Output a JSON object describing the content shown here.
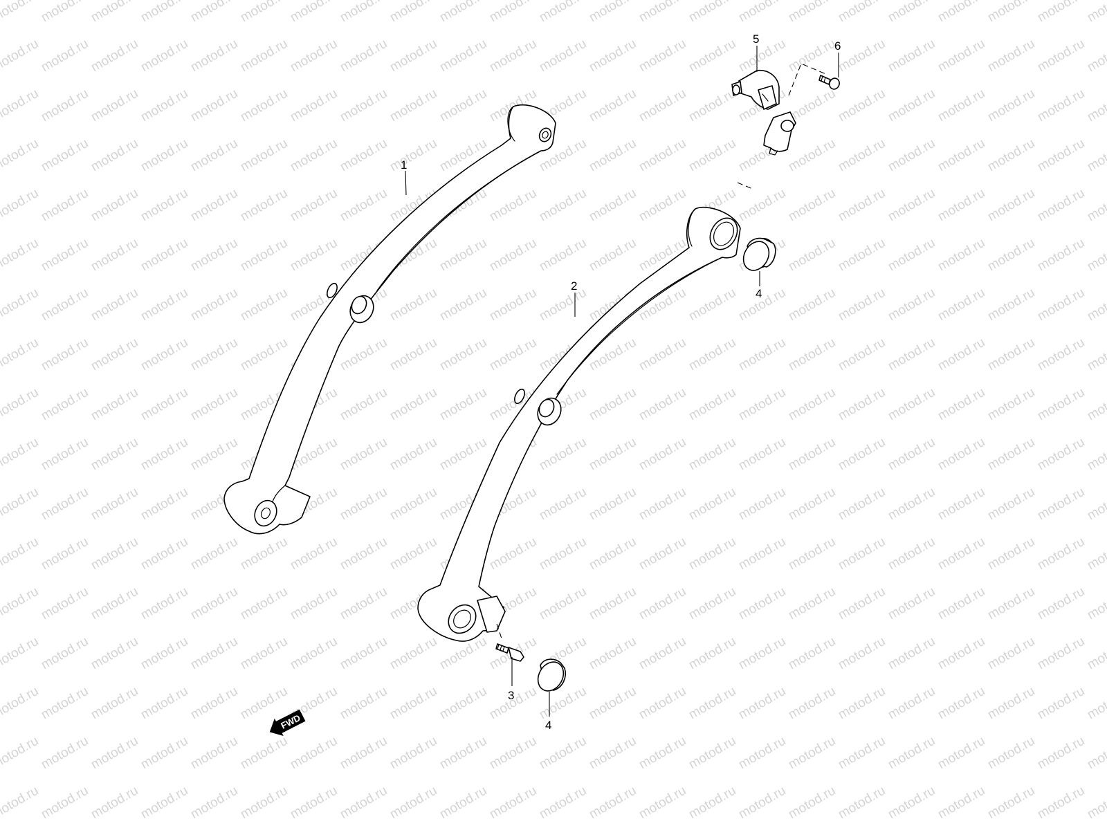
{
  "watermark": {
    "text": "motod.ru",
    "color": "#d4d4d4"
  },
  "callouts": {
    "part1": "1",
    "part2": "2",
    "part3": "3",
    "part4_upper": "4",
    "part4_lower": "4",
    "part5": "5",
    "part6": "6"
  },
  "direction_indicator": {
    "label": "FWD",
    "icon": "arrow-left-down-icon"
  }
}
